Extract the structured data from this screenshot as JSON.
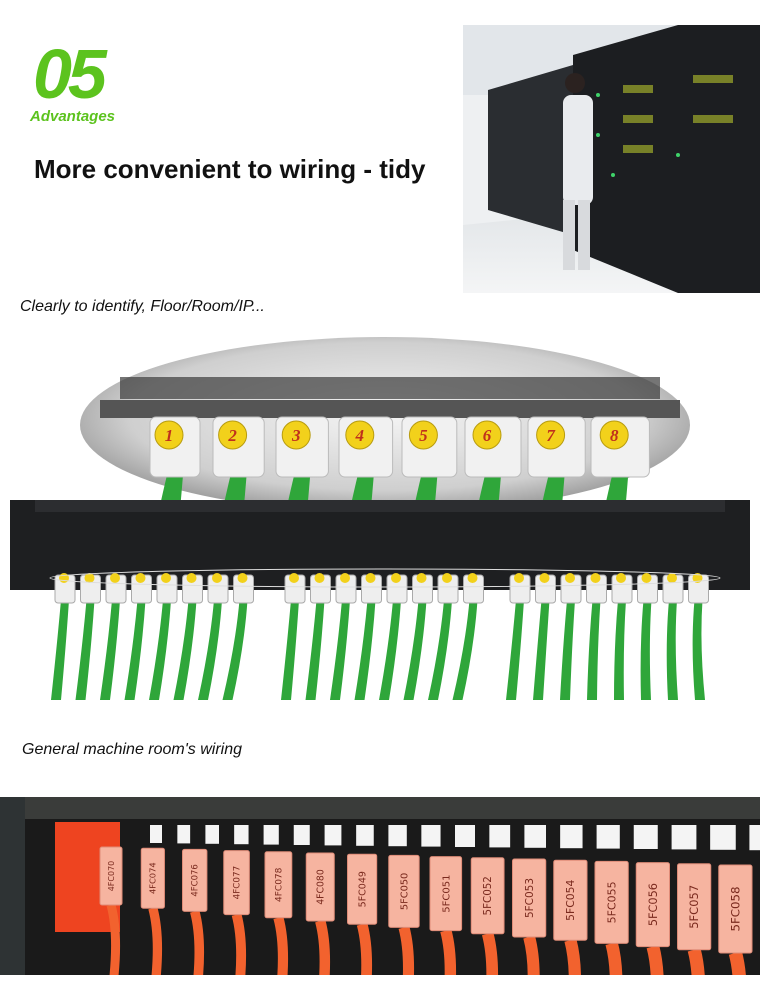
{
  "header": {
    "number": "05",
    "subtitle": "Advantages",
    "title": "More convenient to wiring - tidy"
  },
  "captions": {
    "labeled": "Clearly to identify, Floor/Room/IP...",
    "general": "General machine room's wiring"
  },
  "panel": {
    "port_numbers": [
      "1",
      "2",
      "3",
      "4",
      "5",
      "6",
      "7",
      "8"
    ],
    "cable_color": "#2fa63a",
    "label_color": "#f2d11b"
  },
  "cable_tags": [
    "4FC070",
    "4FC074",
    "4FC076",
    "4FC077",
    "4FC078",
    "4FC080",
    "5FC049",
    "5FC050",
    "5FC051",
    "5FC052",
    "5FC053",
    "5FC054",
    "5FC055",
    "5FC056",
    "5FC057",
    "5FC058"
  ],
  "colors": {
    "accent": "#5cc31e",
    "tag": "#f6b4a0",
    "cable_orange": "#f2622e"
  }
}
